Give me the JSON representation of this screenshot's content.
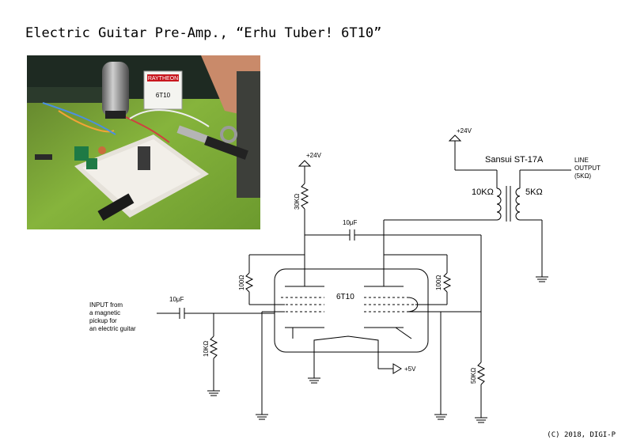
{
  "title": "Electric Guitar Pre-Amp., “Erhu Tuber! 6T10”",
  "photo": {
    "tube_box_brand": "RAYTHEON",
    "tube_box_model": "6T10"
  },
  "schematic": {
    "supply_left": "+24V",
    "supply_right": "+24V",
    "transformer_name": "Sansui ST-17A",
    "transformer_primary": "10KΩ",
    "transformer_secondary": "5KΩ",
    "line_output_1": "LINE",
    "line_output_2": "OUTPUT",
    "line_output_3": "(5KΩ)",
    "plate_resistor": "30KΩ",
    "coupling_cap": "10μF",
    "input_cap": "10μF",
    "grid_res_left": "100Ω",
    "grid_res_right": "100Ω",
    "tube": "6T10",
    "input_1": "INPUT from",
    "input_2": "a magnetic",
    "input_3": "pickup for",
    "input_4": "an electric guitar",
    "input_resistor": "10KΩ",
    "heater": "+5V",
    "output_resistor": "50KΩ"
  },
  "copyright": "(C) 2018, DIGI-P"
}
